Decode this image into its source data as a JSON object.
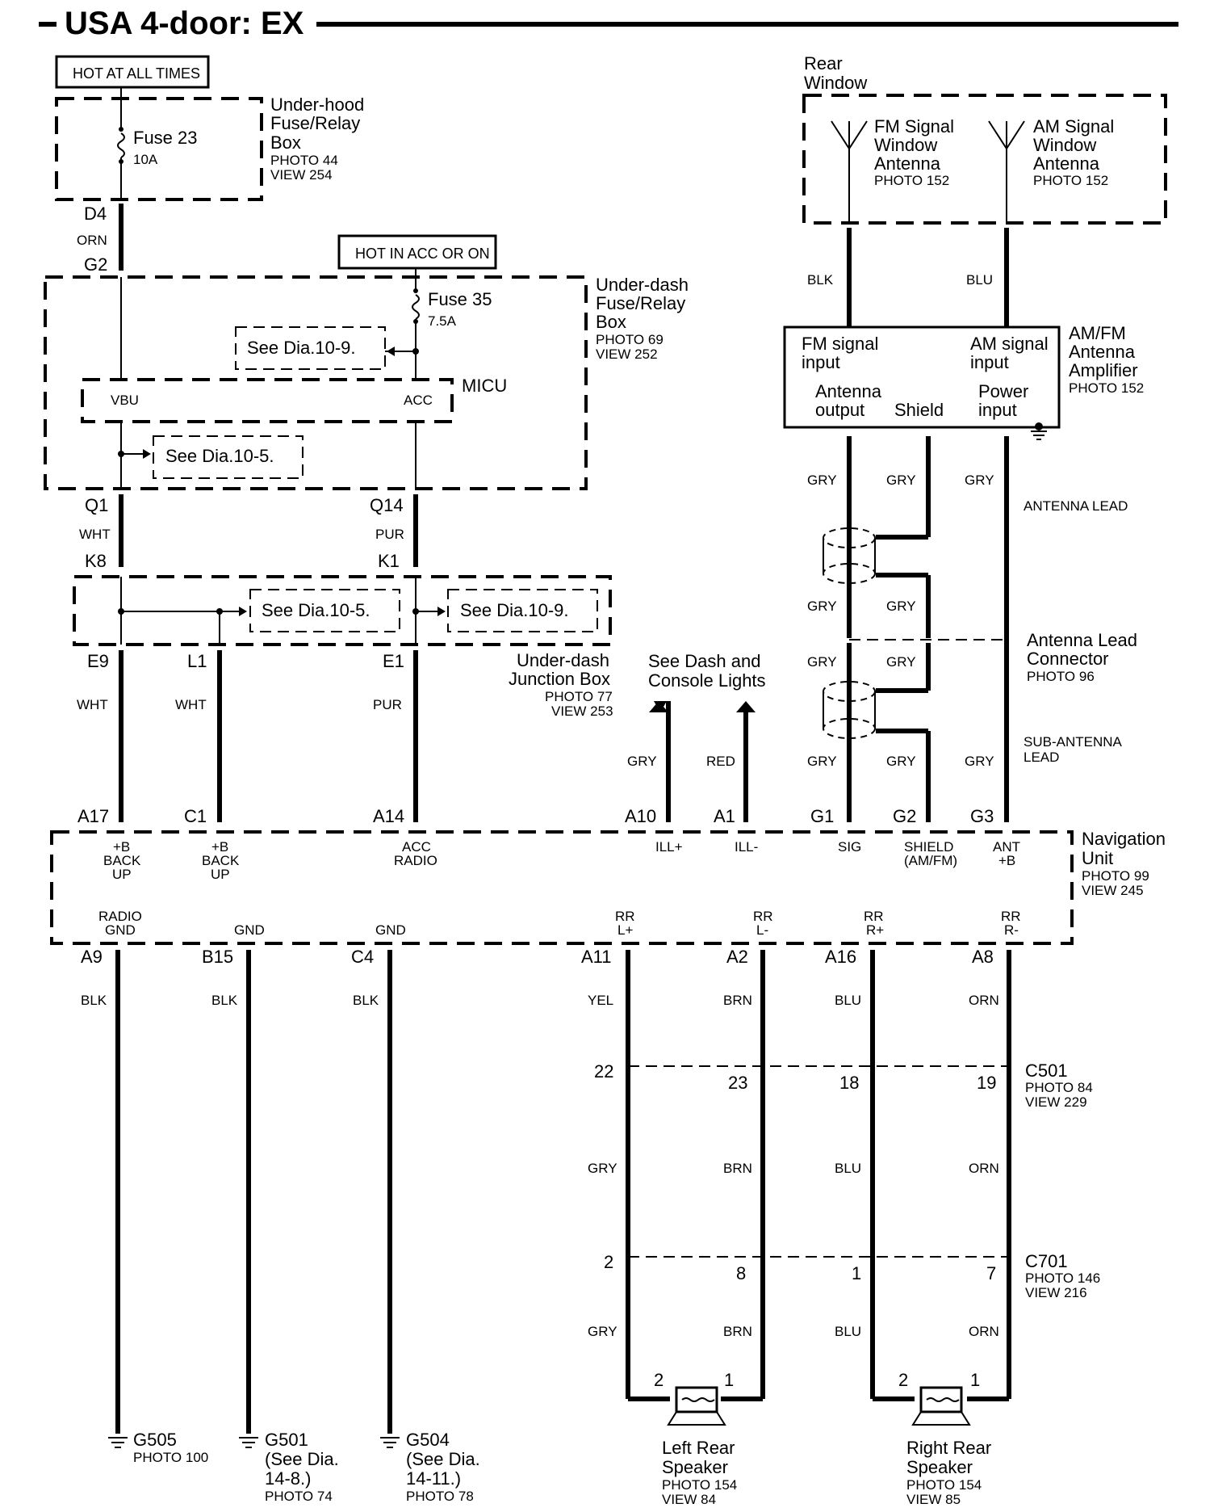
{
  "title": "USA 4-door: EX",
  "hot_at_all_times": "HOT AT ALL TIMES",
  "hot_in_acc_or_on": "HOT IN ACC OR ON",
  "underhood_box": {
    "l1": "Under-hood",
    "l2": "Fuse/Relay",
    "l3": "Box",
    "photo": "PHOTO 44",
    "view": "VIEW 254"
  },
  "fuse23": {
    "name": "Fuse 23",
    "rating": "10A"
  },
  "underdash_box": {
    "l1": "Under-dash",
    "l2": "Fuse/Relay",
    "l3": "Box",
    "photo": "PHOTO 69",
    "view": "VIEW 252"
  },
  "fuse35": {
    "name": "Fuse 35",
    "rating": "7.5A"
  },
  "micu": {
    "name": "MICU",
    "vbu": "VBU",
    "acc": "ACC"
  },
  "see_dia_10_9": "See Dia.10-9.",
  "see_dia_10_5": "See Dia.10-5.",
  "junction_box": {
    "l1": "Under-dash",
    "l2": "Junction Box",
    "photo": "PHOTO 77",
    "view": "VIEW 253"
  },
  "rear_window": {
    "l1": "Rear",
    "l2": "Window"
  },
  "fm_antenna": {
    "l1": "FM Signal",
    "l2": "Window",
    "l3": "Antenna",
    "photo": "PHOTO 152"
  },
  "am_antenna": {
    "l1": "AM Signal",
    "l2": "Window",
    "l3": "Antenna",
    "photo": "PHOTO 152"
  },
  "amplifier": {
    "l1": "AM/FM",
    "l2": "Antenna",
    "l3": "Amplifier",
    "photo": "PHOTO 152",
    "fm_in1": "FM signal",
    "fm_in2": "input",
    "am_in1": "AM signal",
    "am_in2": "input",
    "ant_out1": "Antenna",
    "ant_out2": "output",
    "shield": "Shield",
    "pwr1": "Power",
    "pwr2": "input"
  },
  "antenna_lead": "ANTENNA LEAD",
  "antenna_lead_connector": {
    "l1": "Antenna Lead",
    "l2": "Connector",
    "photo": "PHOTO 96"
  },
  "sub_antenna_lead": {
    "l1": "SUB-ANTENNA",
    "l2": "LEAD"
  },
  "dash_lights": {
    "l1": "See Dash and",
    "l2": "Console Lights"
  },
  "nav_unit": {
    "l1": "Navigation",
    "l2": "Unit",
    "photo": "PHOTO 99",
    "view": "VIEW 245"
  },
  "pins": {
    "d4": "D4",
    "g2": "G2",
    "q1": "Q1",
    "q14": "Q14",
    "k8": "K8",
    "k1": "K1",
    "e9": "E9",
    "l1": "L1",
    "e1": "E1",
    "a17": "A17",
    "c1": "C1",
    "a14": "A14",
    "a10": "A10",
    "a1": "A1",
    "ng1": "G1",
    "ng2": "G2",
    "ng3": "G3",
    "a9": "A9",
    "b15": "B15",
    "c4": "C4",
    "a11": "A11",
    "a2": "A2",
    "a16": "A16",
    "a8": "A8"
  },
  "wire_colors": {
    "orn": "ORN",
    "wht": "WHT",
    "pur": "PUR",
    "blk": "BLK",
    "blu": "BLU",
    "gry": "GRY",
    "red": "RED",
    "yel": "YEL",
    "brn": "BRN"
  },
  "nav_terms": {
    "bup1a": "+B",
    "bup1b": "BACK",
    "bup1c": "UP",
    "bup2a": "+B",
    "bup2b": "BACK",
    "bup2c": "UP",
    "acc_a": "ACC",
    "acc_b": "RADIO",
    "ill_p": "ILL+",
    "ill_m": "ILL-",
    "sig": "SIG",
    "sh_a": "SHIELD",
    "sh_b": "(AM/FM)",
    "ant_a": "ANT",
    "ant_b": "+B",
    "rgnd_a": "RADIO",
    "rgnd_b": "GND",
    "gnd1": "GND",
    "gnd2": "GND",
    "rrl_p_a": "RR",
    "rrl_p_b": "L+",
    "rrl_m_a": "RR",
    "rrl_m_b": "L-",
    "rrr_p_a": "RR",
    "rrr_p_b": "R+",
    "rrr_m_a": "RR",
    "rrr_m_b": "R-"
  },
  "c501": {
    "name": "C501",
    "photo": "PHOTO 84",
    "view": "VIEW 229",
    "p22": "22",
    "p23": "23",
    "p18": "18",
    "p19": "19"
  },
  "c701": {
    "name": "C701",
    "photo": "PHOTO 146",
    "view": "VIEW 216",
    "p2": "2",
    "p8": "8",
    "p1": "1",
    "p7": "7"
  },
  "spk_pins": {
    "two": "2",
    "one": "1"
  },
  "left_speaker": {
    "l1": "Left Rear",
    "l2": "Speaker",
    "photo": "PHOTO 154",
    "view": "VIEW 84"
  },
  "right_speaker": {
    "l1": "Right Rear",
    "l2": "Speaker",
    "photo": "PHOTO 154",
    "view": "VIEW 85"
  },
  "g505": {
    "name": "G505",
    "photo": "PHOTO 100"
  },
  "g501": {
    "name": "G501",
    "l1": "(See Dia.",
    "l2": "14-8.)",
    "photo": "PHOTO 74"
  },
  "g504": {
    "name": "G504",
    "l1": "(See Dia.",
    "l2": "14-11.)",
    "photo": "PHOTO 78"
  }
}
